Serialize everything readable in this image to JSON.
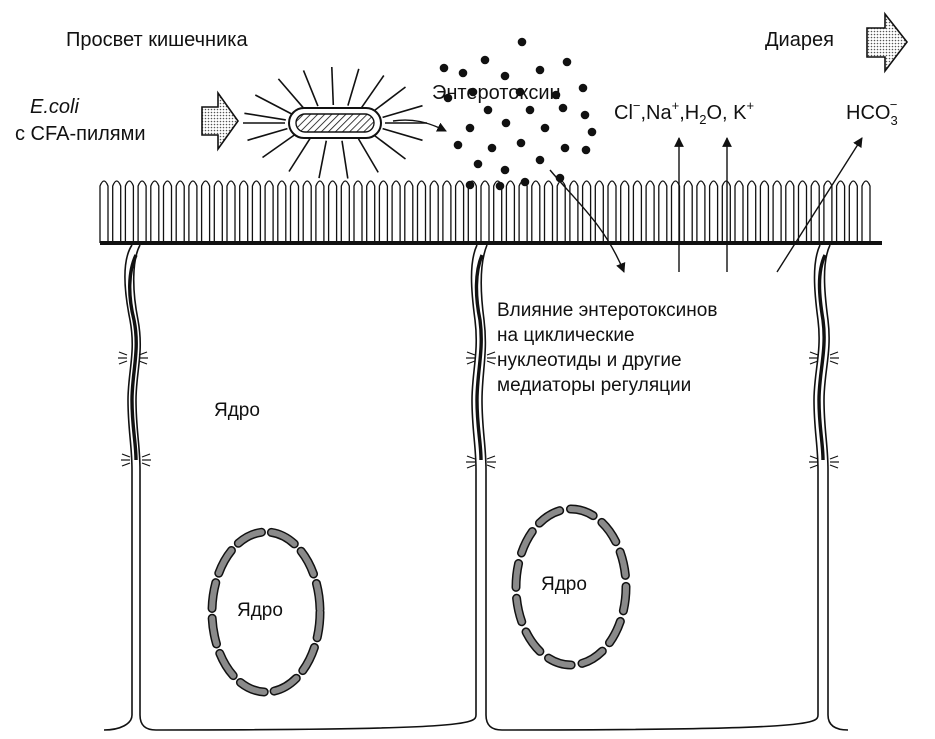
{
  "labels": {
    "lumen": "Просвет кишечника",
    "ecoli_name": "E.coli",
    "ecoli_desc": "с CFA-пилями",
    "enterotoxin": "Энтеротоксин",
    "diarrhea": "Диарея",
    "nucleus_cytoplasm": "Ядро",
    "nucleus_left": "Ядро",
    "nucleus_right": "Ядро",
    "effect_line1": "Влияние энтеротоксинов",
    "effect_line2": "на циклические",
    "effect_line3": "нуклеотиды и другие",
    "effect_line4": "медиаторы регуляции"
  },
  "ions": {
    "cl": "Cl",
    "cl_charge": "−",
    "sep1": ",Na",
    "na_charge": "+",
    "sep2": ",H",
    "h2o_sub": "2",
    "sep3": "O, K",
    "k_charge": "+",
    "hco": "HCO",
    "hco_sub": "3",
    "hco_charge": "−"
  },
  "colors": {
    "ink": "#111111",
    "nucleus_fill": "#8a8a8a",
    "arrow_fill": "#d4d4d4"
  }
}
